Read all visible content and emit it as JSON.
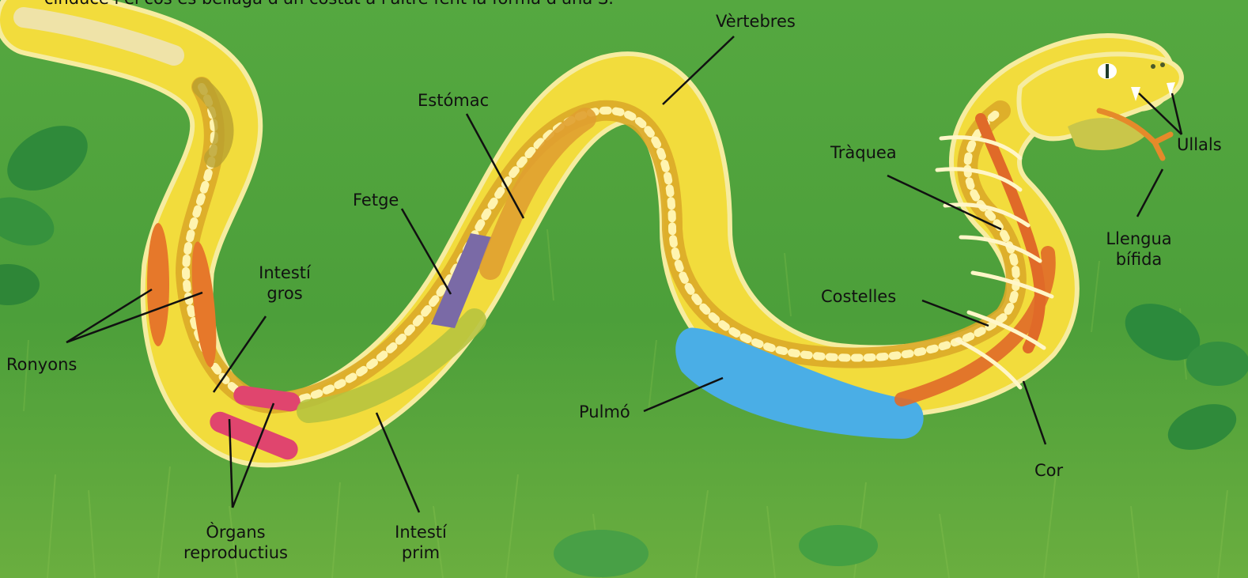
{
  "header_fragment": "cinduce i el cos es bellaga d'un costat a l'altre fent la forma d'una S.",
  "labels": {
    "vertebres": "Vèrtebres",
    "estomac": "Estómac",
    "traquea": "Tràquea",
    "ullals": "Ullals",
    "fetge": "Fetge",
    "llengua_line1": "Llengua",
    "llengua_line2": "bífida",
    "intesti_gros_line1": "Intestí",
    "intesti_gros_line2": "gros",
    "costelles": "Costelles",
    "ronyons": "Ronyons",
    "pulmo": "Pulmó",
    "cor": "Cor",
    "organs_line1": "Òrgans",
    "organs_line2": "reproductius",
    "intesti_prim_line1": "Intestí",
    "intesti_prim_line2": "prim"
  },
  "colors": {
    "grass": "#4fa43c",
    "body": "#f2dc3c",
    "body_edge": "#f6eca0",
    "spine": "#dcaa28",
    "lung": "#4aaee6",
    "kidney": "#e6782a",
    "reproductive": "#e0456e",
    "liver": "#7a6aa6",
    "intestine": "#b4c23e",
    "heart": "#e06a28"
  }
}
